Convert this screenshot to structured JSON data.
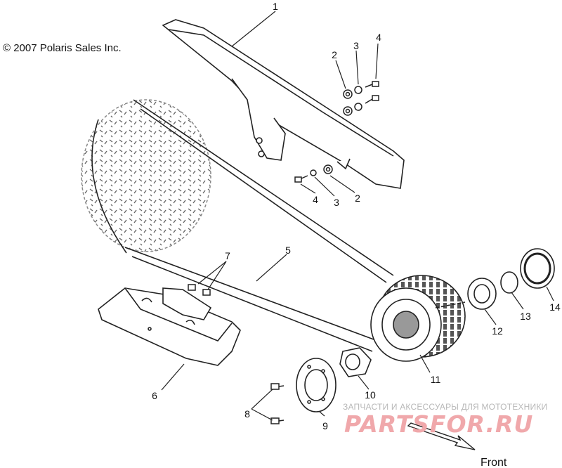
{
  "copyright": "© 2007 Polaris Sales Inc.",
  "direction_label": "Front",
  "watermark": {
    "tagline": "ЗАПЧАСТИ И АКСЕССУАРЫ ДЛЯ МОТОТЕХНИКИ",
    "logo": "PARTSFOR.RU"
  },
  "callouts": [
    {
      "id": "c1",
      "number": "1"
    },
    {
      "id": "c2a",
      "number": "2"
    },
    {
      "id": "c3a",
      "number": "3"
    },
    {
      "id": "c4a",
      "number": "4"
    },
    {
      "id": "c4b",
      "number": "4"
    },
    {
      "id": "c3b",
      "number": "3"
    },
    {
      "id": "c2b",
      "number": "2"
    },
    {
      "id": "c5",
      "number": "5"
    },
    {
      "id": "c6",
      "number": "6"
    },
    {
      "id": "c7",
      "number": "7"
    },
    {
      "id": "c8",
      "number": "8"
    },
    {
      "id": "c9",
      "number": "9"
    },
    {
      "id": "c10",
      "number": "10"
    },
    {
      "id": "c11",
      "number": "11"
    },
    {
      "id": "c12",
      "number": "12"
    },
    {
      "id": "c13",
      "number": "13"
    },
    {
      "id": "c14",
      "number": "14"
    }
  ]
}
